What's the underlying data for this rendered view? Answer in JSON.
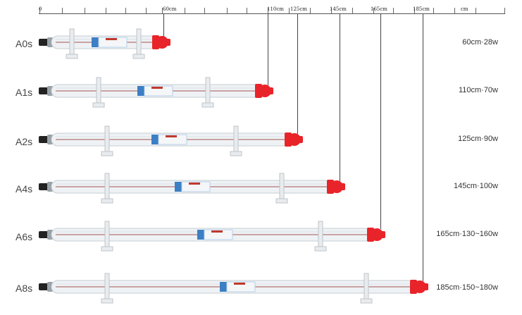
{
  "ruler": {
    "start_label": "0",
    "unit_label": "cm",
    "marks": [
      {
        "label": "60cm"
      },
      {
        "label": "110cm"
      },
      {
        "label": "125cm"
      },
      {
        "label": "145cm"
      },
      {
        "label": "165cm"
      },
      {
        "label": "185cm"
      }
    ]
  },
  "tubes": [
    {
      "model": "A0s",
      "spec": "60cm·28w"
    },
    {
      "model": "A1s",
      "spec": "110cm·70w"
    },
    {
      "model": "A2s",
      "spec": "125cm·90w"
    },
    {
      "model": "A4s",
      "spec": "145cm·100w"
    },
    {
      "model": "A6s",
      "spec": "165cm·130~160w"
    },
    {
      "model": "A8s",
      "spec": "185cm·150~180w"
    }
  ],
  "colors": {
    "cap": "#e8242a",
    "glass": "#eef2f5",
    "inner": "#c9a3a3",
    "label_blue": "#3b7fc4",
    "bracket": "#e9ecee"
  }
}
